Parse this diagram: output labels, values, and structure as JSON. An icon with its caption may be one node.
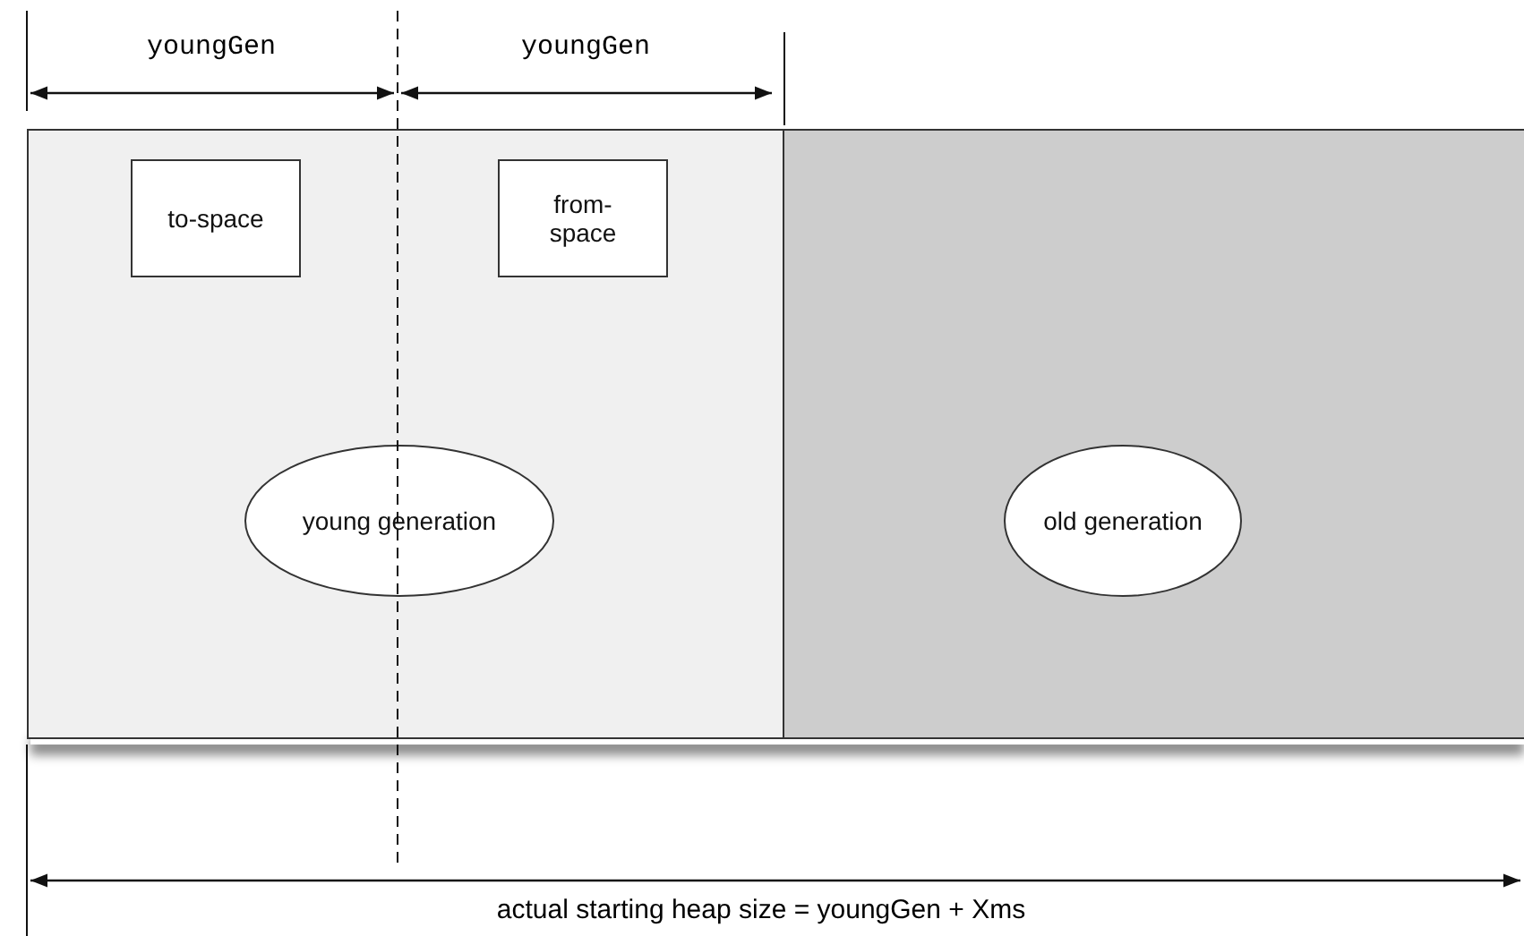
{
  "diagram": {
    "nodes": [
      {
        "text": [],
        "shape": "box"
      },
      {
        "text": [
          "to-space"
        ],
        "in": 0
      },
      {
        "text": [
          "from-space"
        ],
        "in": 0
      },
      {
        "text": [
          "young generation"
        ],
        "in": 0
      },
      {
        "text": [],
        "shape": "box"
      },
      {
        "text": [
          "old generation"
        ],
        "in": 4
      }
    ],
    "labels": [
      "youngGen",
      "youngGen",
      "actual starting heap size = youngGen + Xms"
    ]
  }
}
